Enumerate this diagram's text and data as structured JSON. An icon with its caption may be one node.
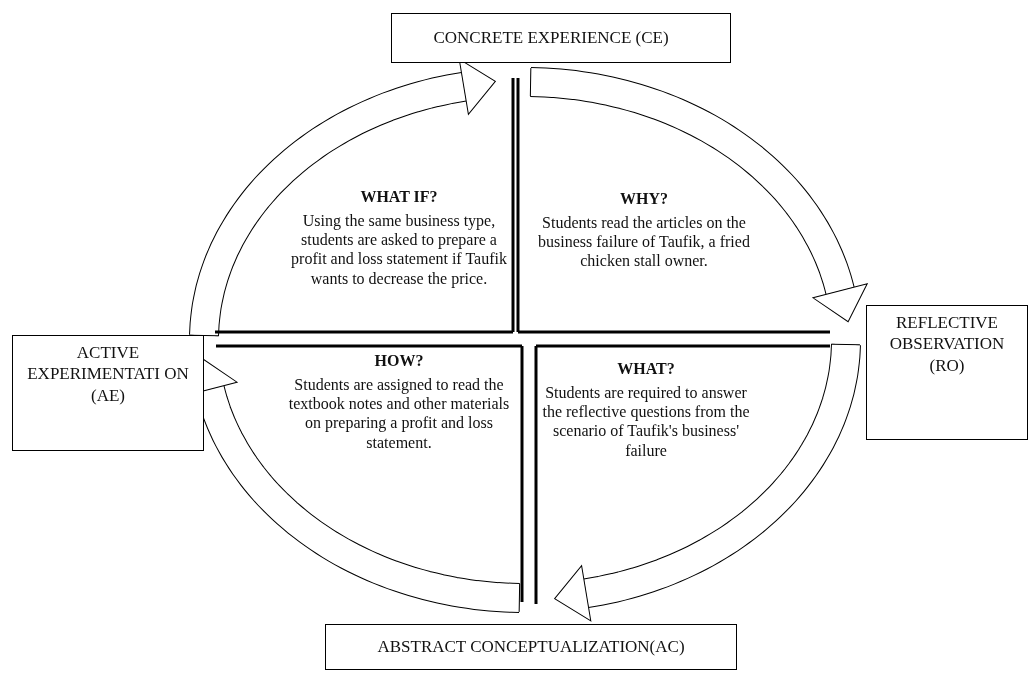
{
  "diagram": {
    "nodes": [
      {
        "text": [
          "CONCRETE EXPERIENCE (CE)"
        ]
      },
      {
        "text": [
          "WHAT IF?",
          "Using the same business type, students are asked to prepare a profit and loss statement if Taufik wants to decrease the price."
        ]
      },
      {
        "text": [
          "WHY?",
          "Students read the articles on the business failure of Taufik, a fried chicken stall owner."
        ]
      },
      {
        "text": [
          "ACTIVE EXPERIMENTATI ON (AE)"
        ]
      },
      {
        "text": [
          "REFLECTIVE OBSERVATION (RO)"
        ]
      },
      {
        "text": [
          "HOW?",
          "Students are assigned to read the textbook notes and other materials on preparing a profit and loss statement."
        ]
      },
      {
        "text": [
          "WHAT?",
          "Students are required to answer the reflective questions from the scenario of Taufik's business' failure"
        ]
      },
      {
        "text": [
          "ABSTRACT CONCEPTUALIZATION(AC)"
        ]
      }
    ],
    "edges": [
      {
        "from": 3,
        "to": 0,
        "arrow": "to"
      },
      {
        "from": 0,
        "to": 4,
        "arrow": "to"
      },
      {
        "from": 4,
        "to": 7,
        "arrow": "to"
      },
      {
        "from": 7,
        "to": 3,
        "arrow": "to"
      }
    ]
  }
}
